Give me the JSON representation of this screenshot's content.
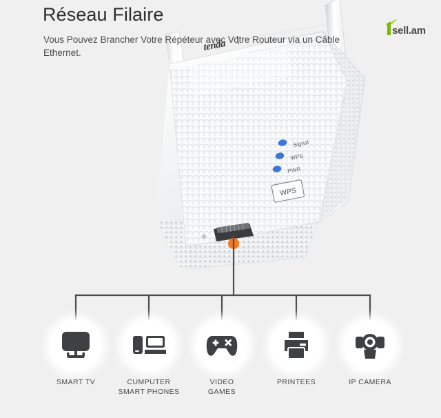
{
  "page": {
    "background_color": "#f0f0f0",
    "title": "Réseau Filaire",
    "subtitle": "Vous Pouvez Brancher Votre Répéteur avec Votre Routeur via un Câble Ethernet."
  },
  "brand": {
    "logo_name": "1sell-am-logo",
    "mark_text": "1",
    "word_text": "sell.am",
    "mark_color": "#7ab800",
    "word_color": "#4a4a4a"
  },
  "product": {
    "name": "tenda-wifi-range-extender",
    "brand_text": "tenda",
    "antenna_left_name": "antenna-left",
    "antenna_right_name": "antenna-right",
    "wps_button_label": "WPS",
    "ethernet_port_marker_color": "#f47920",
    "leds": [
      {
        "label": "Signal",
        "color": "#3d77d6"
      },
      {
        "label": "WPS",
        "color": "#3d77d6"
      },
      {
        "label": "PWR",
        "color": "#3d77d6"
      }
    ]
  },
  "connector": {
    "line_color": "#4c4c4c",
    "source_marker_color": "#f47920"
  },
  "devices": [
    {
      "id": "smart-tv",
      "icon": "tv-icon",
      "label": "SMART TV"
    },
    {
      "id": "computer-phones",
      "icon": "laptop-phone-icon",
      "label": "CUMPUTER\nSMART PHONES"
    },
    {
      "id": "video-games",
      "icon": "gamepad-icon",
      "label": "VIDEO\nGAMES"
    },
    {
      "id": "printers",
      "icon": "printer-icon",
      "label": "PRINTEES"
    },
    {
      "id": "ip-camera",
      "icon": "webcam-icon",
      "label": "IP CAMERA"
    }
  ],
  "icon_color": "#3f4042"
}
